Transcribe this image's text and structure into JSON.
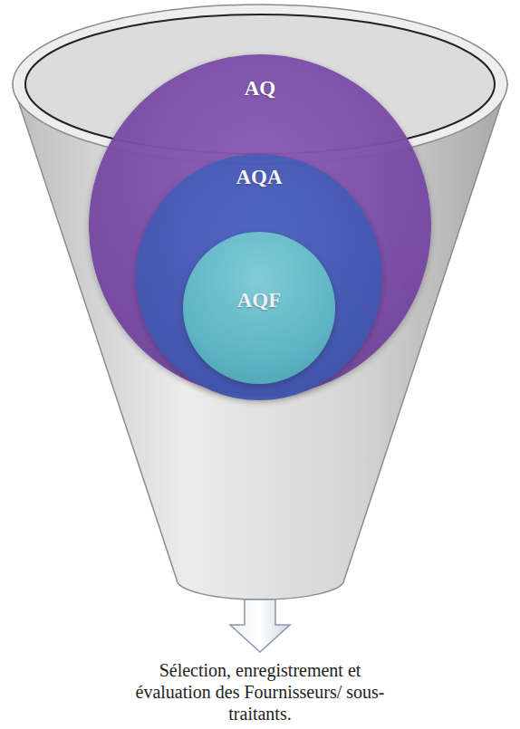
{
  "diagram": {
    "nodes": [
      {
        "text": [
          "AQ"
        ]
      },
      {
        "text": [
          "AQA"
        ],
        "in": 0
      },
      {
        "text": [
          "AQF"
        ],
        "in": 1
      }
    ],
    "labels": [
      "Sélection, enregistrement et évaluation des Fournisseurs/ sous-traitants."
    ]
  }
}
